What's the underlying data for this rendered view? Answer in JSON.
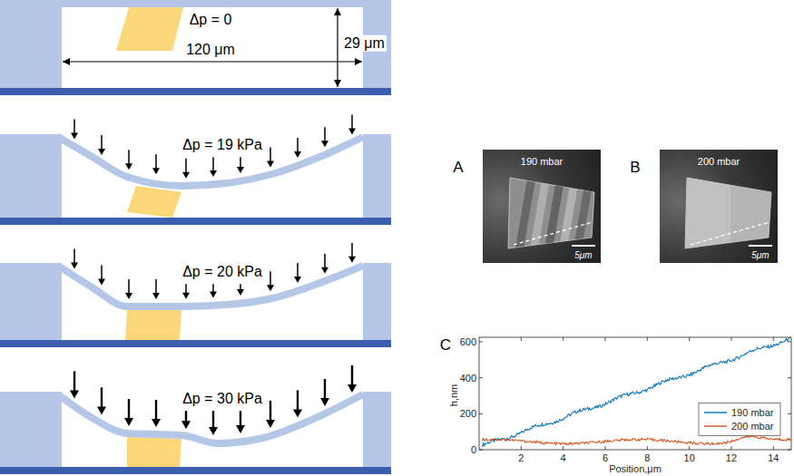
{
  "diagram": {
    "labels": [
      "Δp = 0",
      "29 μm",
      "120 μm",
      "Δp = 19 kPa",
      "Δp = 20 kPa",
      "Δp = 30 kPa",
      "A",
      "190 mbar",
      "5μm",
      "B",
      "200 mbar",
      "5μm",
      "C",
      "600",
      "400",
      "200",
      "0",
      "2",
      "4",
      "6",
      "8",
      "10",
      "12",
      "14",
      "h,nm",
      "Position,μm"
    ],
    "legend": [
      {
        "text": "190 mbar"
      },
      {
        "text": "200 mbar"
      }
    ]
  }
}
